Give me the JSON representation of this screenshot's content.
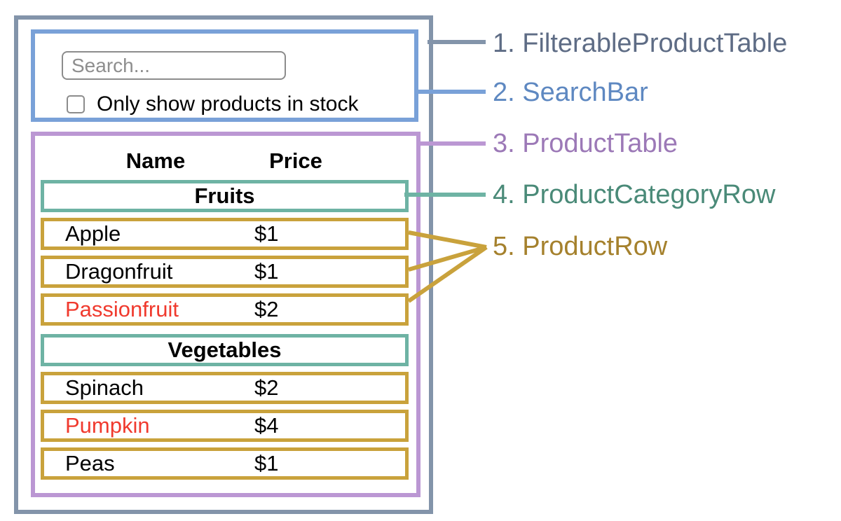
{
  "mock": {
    "search_placeholder": "Search...",
    "checkbox_label": "Only show products in stock",
    "checkbox_checked": false
  },
  "table": {
    "header": {
      "name": "Name",
      "price": "Price"
    },
    "rows": [
      {
        "kind": "category",
        "label": "Fruits"
      },
      {
        "kind": "product",
        "name": "Apple",
        "price": "$1",
        "name_color": "#000000"
      },
      {
        "kind": "product",
        "name": "Dragonfruit",
        "price": "$1",
        "name_color": "#000000"
      },
      {
        "kind": "product",
        "name": "Passionfruit",
        "price": "$2",
        "name_color": "#f03a2e"
      },
      {
        "kind": "category",
        "label": "Vegetables"
      },
      {
        "kind": "product",
        "name": "Spinach",
        "price": "$2",
        "name_color": "#000000"
      },
      {
        "kind": "product",
        "name": "Pumpkin",
        "price": "$4",
        "name_color": "#f03a2e"
      },
      {
        "kind": "product",
        "name": "Peas",
        "price": "$1",
        "name_color": "#000000"
      }
    ]
  },
  "legend": [
    {
      "text": "1. FilterableProductTable",
      "color": "#5e6c85"
    },
    {
      "text": "2. SearchBar",
      "color": "#5e88c1"
    },
    {
      "text": "3. ProductTable",
      "color": "#9c79b7"
    },
    {
      "text": "4. ProductCategoryRow",
      "color": "#4a8a78"
    },
    {
      "text": "5. ProductRow",
      "color": "#a5812d"
    }
  ],
  "colors": {
    "outer_border": "#8394aa",
    "searchbar_border": "#79a1d8",
    "table_border": "#bb97d3",
    "category_border": "#6eb3a4",
    "row_border": "#c9a23c",
    "red_text": "#f03a2e",
    "input_border": "#8c8c8c",
    "placeholder_text": "#8e8e8e"
  }
}
